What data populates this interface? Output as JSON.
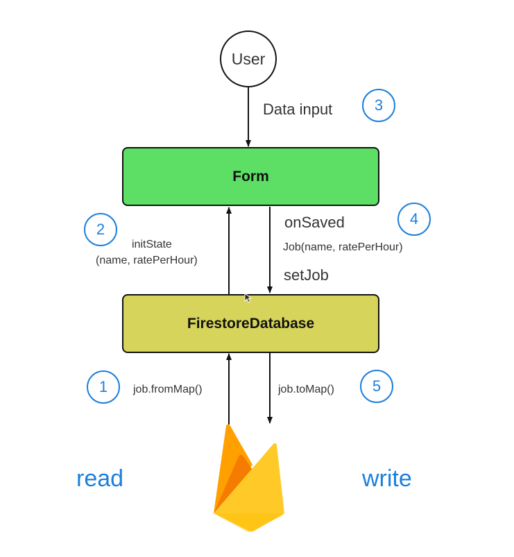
{
  "colors": {
    "form_fill": "#5ddf66",
    "database_fill": "#d6d45a",
    "step_accent": "#1c7fdc",
    "arrow": "#111111"
  },
  "nodes": {
    "user": "User",
    "form": "Form",
    "database": "FirestoreDatabase"
  },
  "edges": {
    "data_input": "Data input",
    "init_state_line1": "initState",
    "init_state_line2": "(name, ratePerHour)",
    "on_saved": "onSaved",
    "job_args": "Job(name, ratePerHour)",
    "set_job": "setJob",
    "from_map": "job.fromMap()",
    "to_map": "job.toMap()"
  },
  "steps": [
    "1",
    "2",
    "3",
    "4",
    "5"
  ],
  "sides": {
    "read": "read",
    "write": "write"
  },
  "icons": {
    "backend_logo": "firebase-flame-icon",
    "cursor": "mouse-pointer-icon"
  }
}
